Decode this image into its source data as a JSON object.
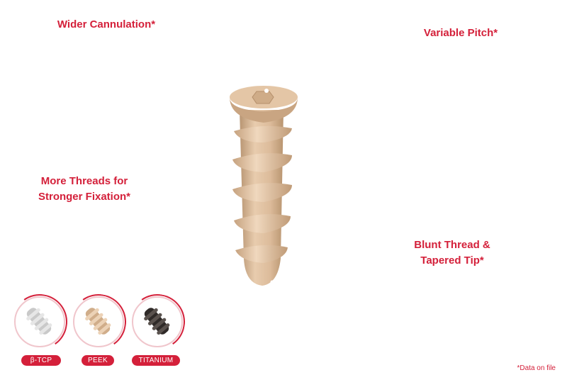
{
  "callouts": {
    "top_left": "Wider Cannulation*",
    "top_right": "Variable Pitch*",
    "mid_left_line1": "More Threads for",
    "mid_left_line2": "Stronger Fixation*",
    "mid_right_line1": "Blunt Thread &",
    "mid_right_line2": "Tapered Tip*"
  },
  "materials": [
    {
      "label": "β-TCP",
      "icon": "tcp-screw-icon",
      "color": "#c9c9c9"
    },
    {
      "label": "PEEK",
      "icon": "peek-screw-icon",
      "color": "#d6b594"
    },
    {
      "label": "TITANIUM",
      "icon": "titanium-screw-icon",
      "color": "#3a3533"
    }
  ],
  "footnote": "*Data on file",
  "colors": {
    "accent": "#d4203a",
    "screw": "#dcbb9a"
  }
}
